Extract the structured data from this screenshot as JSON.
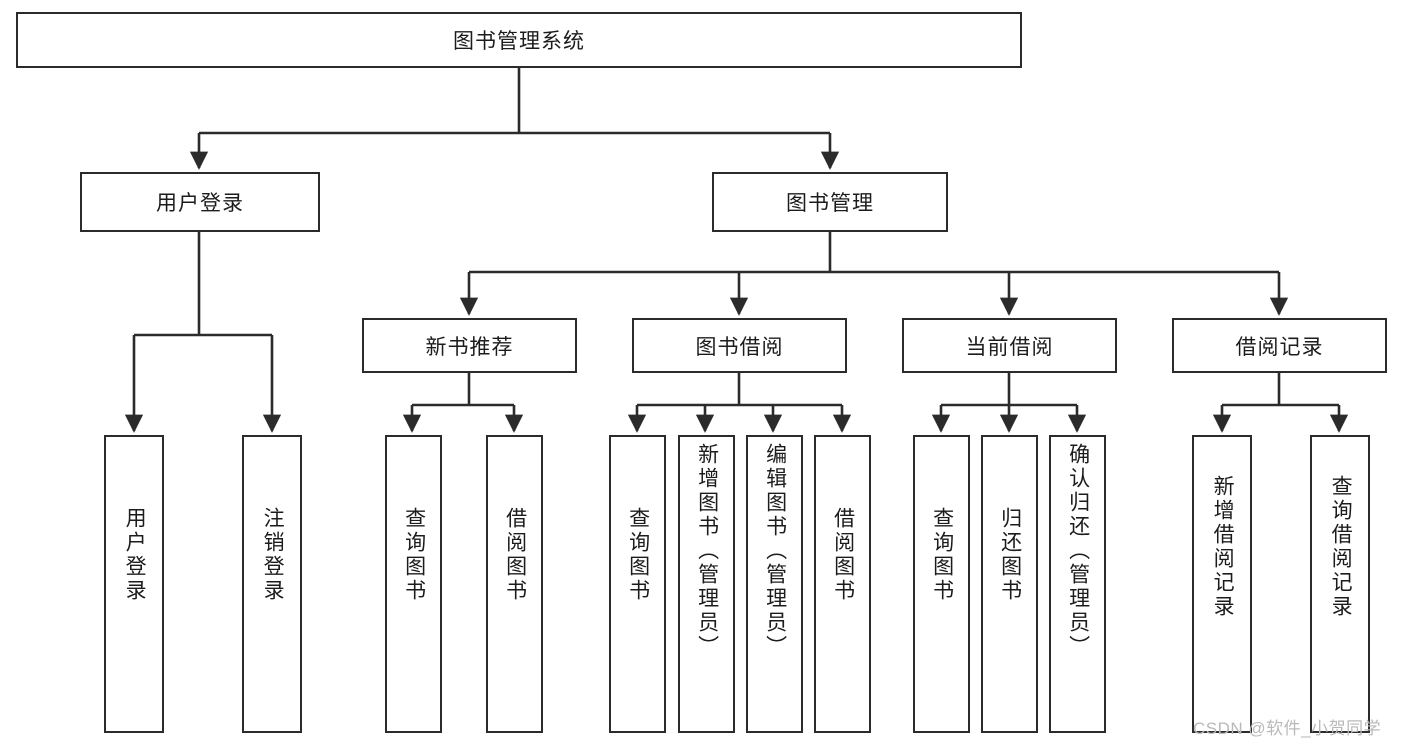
{
  "diagram": {
    "title": "图书管理系统",
    "type": "tree-hierarchy-diagram",
    "colors": {
      "box_border": "#2b2b2b",
      "box_fill": "#ffffff",
      "line": "#2b2b2b",
      "text": "#1c1c1c",
      "watermark": "#b9b9b9",
      "background": "#ffffff"
    },
    "root": {
      "label": "图书管理系统"
    },
    "level2": [
      {
        "label": "用户登录"
      },
      {
        "label": "图书管理"
      }
    ],
    "level3": [
      {
        "label": "新书推荐"
      },
      {
        "label": "图书借阅"
      },
      {
        "label": "当前借阅"
      },
      {
        "label": "借阅记录"
      }
    ],
    "leaves": {
      "user_login": [
        {
          "label": "用户登录"
        },
        {
          "label": "注销登录"
        }
      ],
      "new_book_recommend": [
        {
          "label": "查询图书"
        },
        {
          "label": "借阅图书"
        }
      ],
      "book_borrow": [
        {
          "label": "查询图书"
        },
        {
          "label": "新增图书（管理员）"
        },
        {
          "label": "编辑图书（管理员）"
        },
        {
          "label": "借阅图书"
        }
      ],
      "current_borrow": [
        {
          "label": "查询图书"
        },
        {
          "label": "归还图书"
        },
        {
          "label": "确认归还（管理员）"
        }
      ],
      "borrow_record": [
        {
          "label": "新增借阅记录"
        },
        {
          "label": "查询借阅记录"
        }
      ]
    }
  },
  "watermark": {
    "text": "CSDN @软件_小贺同学"
  }
}
